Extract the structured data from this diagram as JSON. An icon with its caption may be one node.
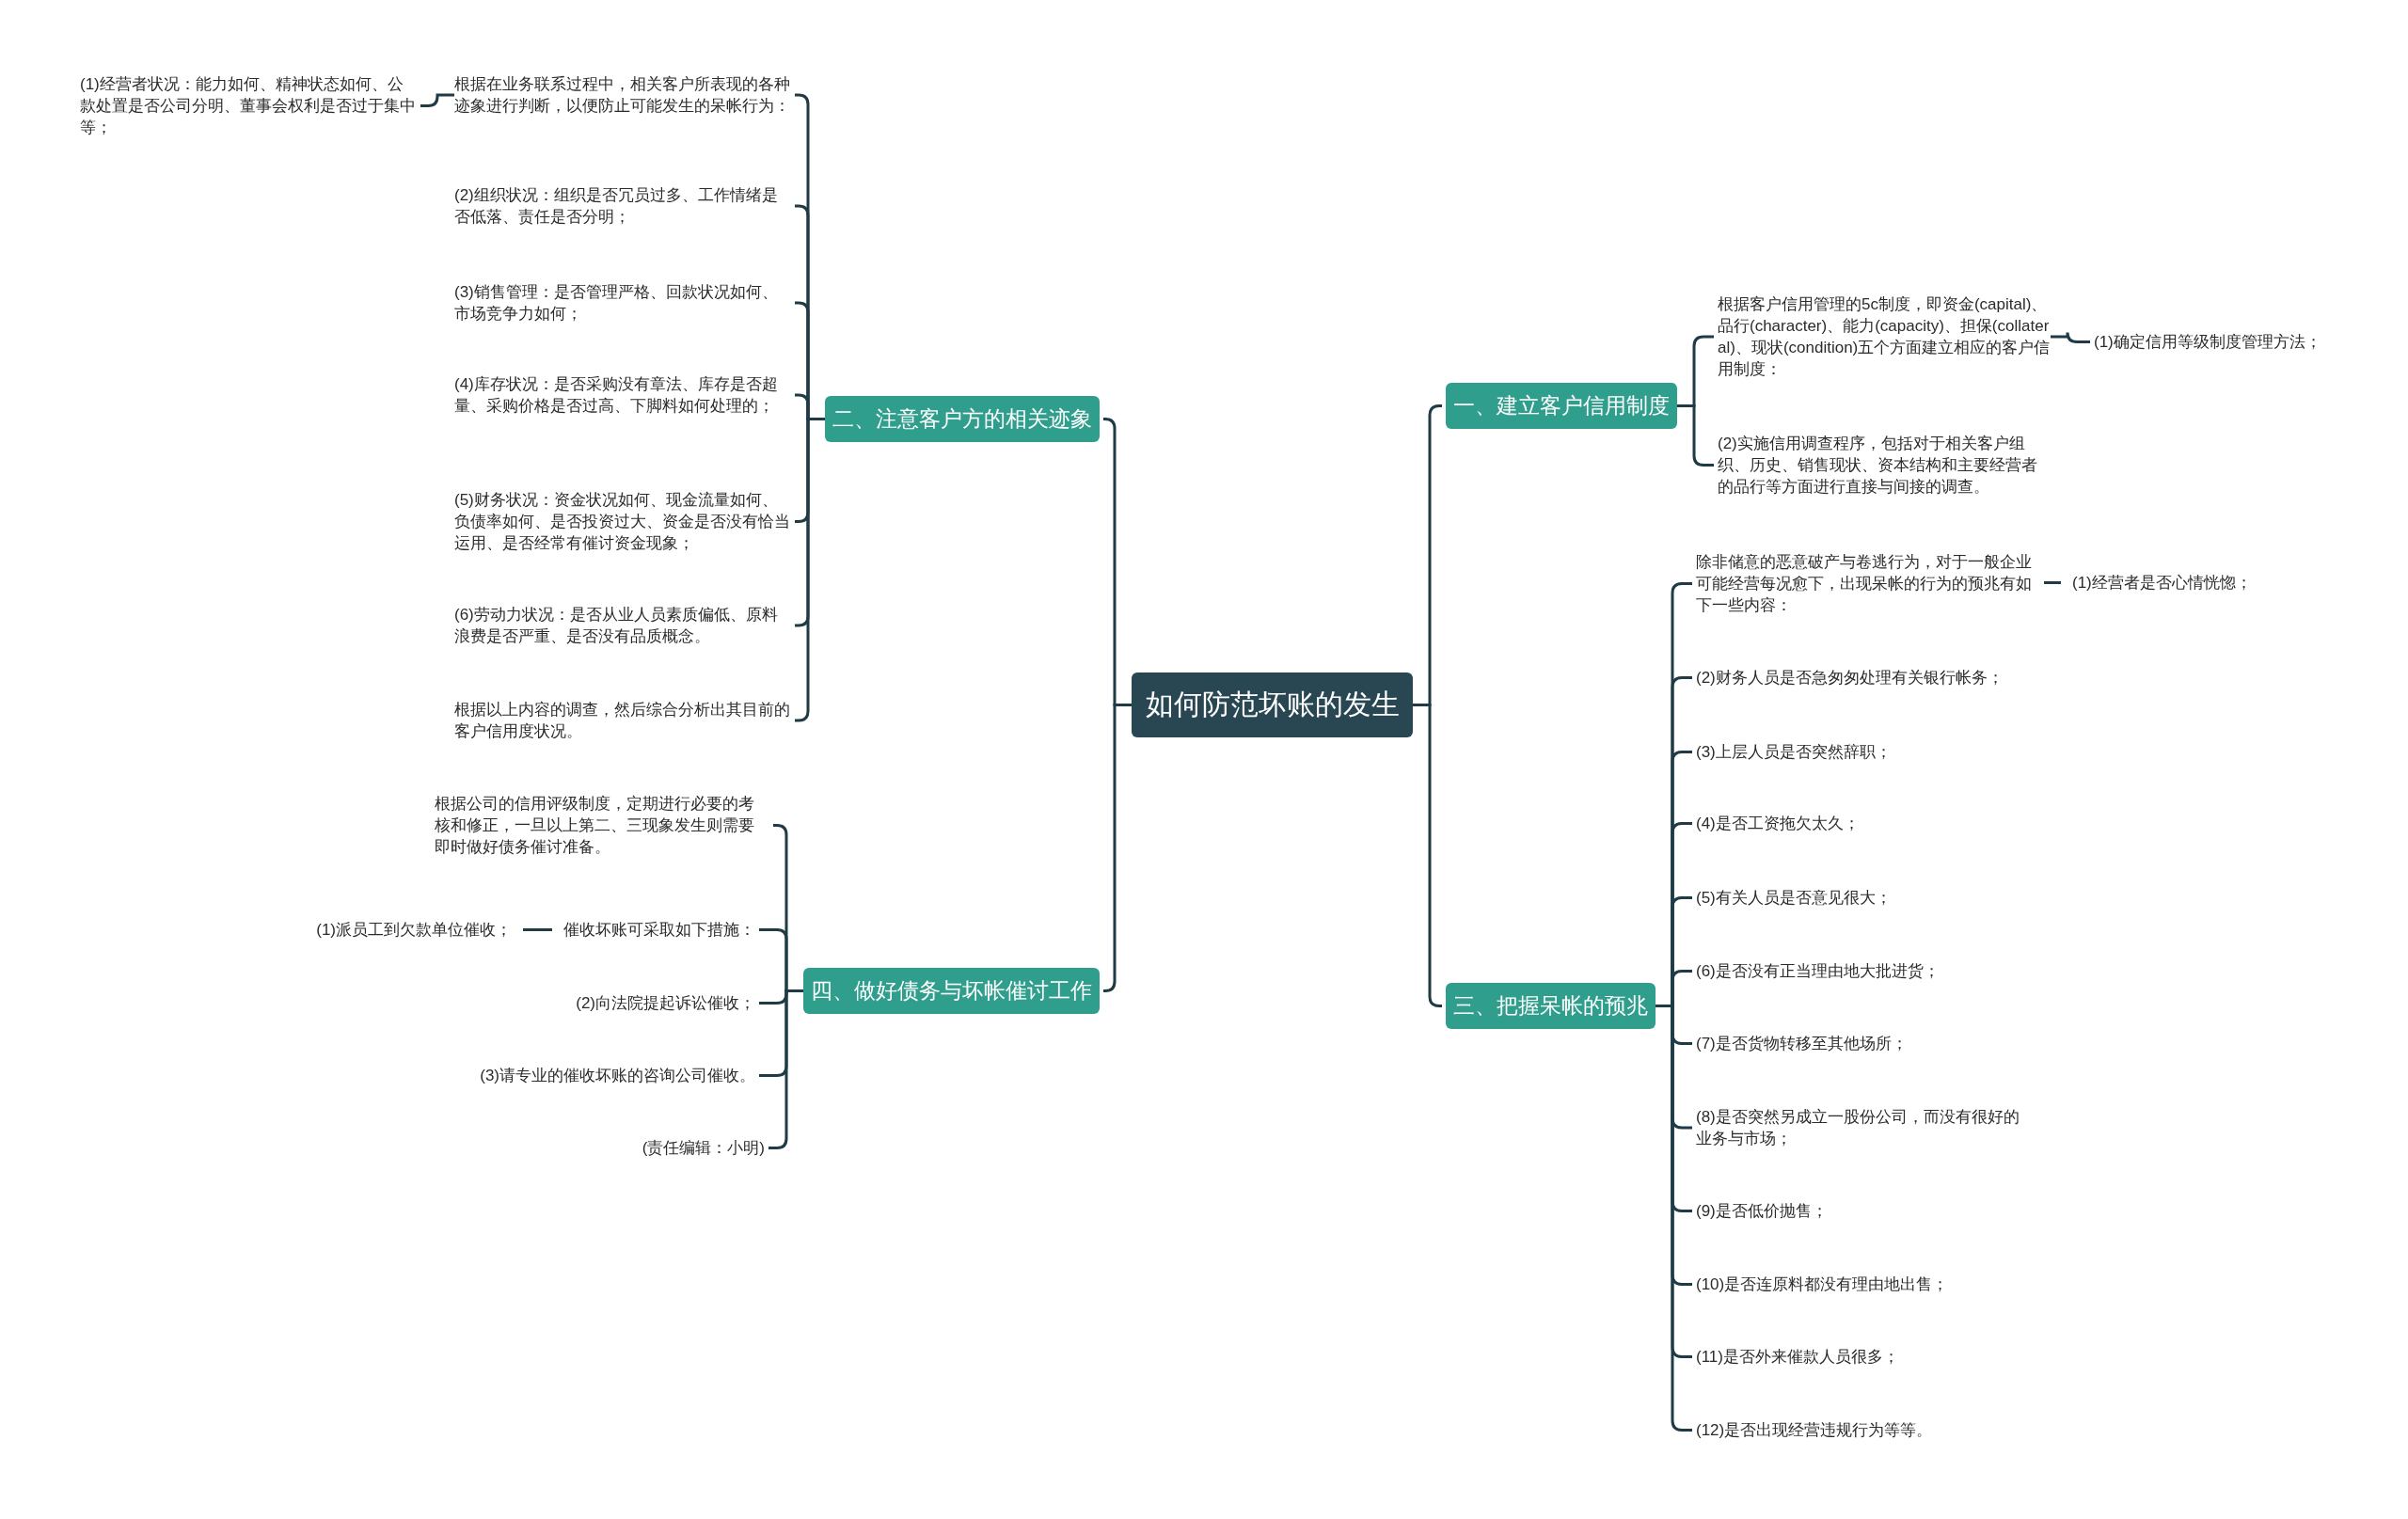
{
  "diagram": {
    "nodes": [
      {
        "text": [
          "如何防范坏账的发生"
        ]
      },
      {
        "text": [
          "一、建立客户信用制度"
        ]
      },
      {
        "text": [
          "根据客户信用管理的5c制度，即资金(capital)、品行(character)、能力(capacity)、担保(collateral)、现状(condition)五个方面建立相应的客户信用制度："
        ]
      },
      {
        "text": [
          "(1)确定信用等级制度管理方法；"
        ]
      },
      {
        "text": [
          "(2)实施信用调查程序，包括对于相关客户组织、历史、销售现状、资本结构和主要经营者的品行等方面进行直接与间接的调查。"
        ]
      },
      {
        "text": [
          "三、把握呆帐的预兆"
        ]
      },
      {
        "text": [
          "除非储意的恶意破产与卷逃行为，对于一般企业可能经营每况愈下，出现呆帐的行为的预兆有如下一些内容："
        ]
      },
      {
        "text": [
          "(1)经营者是否心情恍惚；"
        ]
      },
      {
        "text": [
          "(2)财务人员是否急匆匆处理有关银行帐务；"
        ]
      },
      {
        "text": [
          "(3)上层人员是否突然辞职；"
        ]
      },
      {
        "text": [
          "(4)是否工资拖欠太久；"
        ]
      },
      {
        "text": [
          "(5)有关人员是否意见很大；"
        ]
      },
      {
        "text": [
          "(6)是否没有正当理由地大批进货；"
        ]
      },
      {
        "text": [
          "(7)是否货物转移至其他场所；"
        ]
      },
      {
        "text": [
          "(8)是否突然另成立一股份公司，而没有很好的业务与市场；"
        ]
      },
      {
        "text": [
          "(9)是否低价抛售；"
        ]
      },
      {
        "text": [
          "(10)是否连原料都没有理由地出售；"
        ]
      },
      {
        "text": [
          "(11)是否外来催款人员很多；"
        ]
      },
      {
        "text": [
          "(12)是否出现经营违规行为等等。"
        ]
      },
      {
        "text": [
          "二、注意客户方的相关迹象"
        ]
      },
      {
        "text": [
          "根据在业务联系过程中，相关客户所表现的各种迹象进行判断，以便防止可能发生的呆帐行为："
        ]
      },
      {
        "text": [
          "(1)经营者状况：能力如何、精神状态如何、公款处置是否公司分明、董事会权利是否过于集中等；"
        ]
      },
      {
        "text": [
          "(2)组织状况：组织是否冗员过多、工作情绪是否低落、责任是否分明；"
        ]
      },
      {
        "text": [
          "(3)销售管理：是否管理严格、回款状况如何、市场竞争力如何；"
        ]
      },
      {
        "text": [
          "(4)库存状况：是否采购没有章法、库存是否超量、采购价格是否过高、下脚料如何处理的；"
        ]
      },
      {
        "text": [
          "(5)财务状况：资金状况如何、现金流量如何、负债率如何、是否投资过大、资金是否没有恰当运用、是否经常有催讨资金现象；"
        ]
      },
      {
        "text": [
          "(6)劳动力状况：是否从业人员素质偏低、原料浪费是否严重、是否没有品质概念。"
        ]
      },
      {
        "text": [
          "根据以上内容的调查，然后综合分析出其目前的客户信用度状况。"
        ]
      },
      {
        "text": [
          "四、做好债务与坏帐催讨工作"
        ]
      },
      {
        "text": [
          "根据公司的信用评级制度，定期进行必要的考核和修正，一旦以上第二、三现象发生则需要即时做好债务催讨准备。"
        ]
      },
      {
        "text": [
          "催收坏账可采取如下措施："
        ]
      },
      {
        "text": [
          "(1)派员工到欠款单位催收；"
        ]
      },
      {
        "text": [
          "(2)向法院提起诉讼催收；"
        ]
      },
      {
        "text": [
          "(3)请专业的催收坏账的咨询公司催收。"
        ]
      },
      {
        "text": [
          "(责任编辑：小明)"
        ]
      }
    ],
    "edges": [
      {
        "from": 0,
        "to": 1,
        "arrow": "none"
      },
      {
        "from": 0,
        "to": 5,
        "arrow": "none"
      },
      {
        "from": 0,
        "to": 19,
        "arrow": "none"
      },
      {
        "from": 0,
        "to": 28,
        "arrow": "none"
      },
      {
        "from": 1,
        "to": 2,
        "arrow": "none"
      },
      {
        "from": 1,
        "to": 4,
        "arrow": "none"
      },
      {
        "from": 2,
        "to": 3,
        "arrow": "none"
      },
      {
        "from": 5,
        "to": 6,
        "arrow": "none"
      },
      {
        "from": 6,
        "to": 7,
        "arrow": "none"
      },
      {
        "from": 5,
        "to": 8,
        "arrow": "none"
      },
      {
        "from": 5,
        "to": 9,
        "arrow": "none"
      },
      {
        "from": 5,
        "to": 10,
        "arrow": "none"
      },
      {
        "from": 5,
        "to": 11,
        "arrow": "none"
      },
      {
        "from": 5,
        "to": 12,
        "arrow": "none"
      },
      {
        "from": 5,
        "to": 13,
        "arrow": "none"
      },
      {
        "from": 5,
        "to": 14,
        "arrow": "none"
      },
      {
        "from": 5,
        "to": 15,
        "arrow": "none"
      },
      {
        "from": 5,
        "to": 16,
        "arrow": "none"
      },
      {
        "from": 5,
        "to": 17,
        "arrow": "none"
      },
      {
        "from": 5,
        "to": 18,
        "arrow": "none"
      },
      {
        "from": 19,
        "to": 20,
        "arrow": "none"
      },
      {
        "from": 20,
        "to": 21,
        "arrow": "none"
      },
      {
        "from": 19,
        "to": 22,
        "arrow": "none"
      },
      {
        "from": 19,
        "to": 23,
        "arrow": "none"
      },
      {
        "from": 19,
        "to": 24,
        "arrow": "none"
      },
      {
        "from": 19,
        "to": 25,
        "arrow": "none"
      },
      {
        "from": 19,
        "to": 26,
        "arrow": "none"
      },
      {
        "from": 19,
        "to": 27,
        "arrow": "none"
      },
      {
        "from": 28,
        "to": 29,
        "arrow": "none"
      },
      {
        "from": 28,
        "to": 30,
        "arrow": "none"
      },
      {
        "from": 30,
        "to": 31,
        "arrow": "none"
      },
      {
        "from": 28,
        "to": 32,
        "arrow": "none"
      },
      {
        "from": 28,
        "to": 33,
        "arrow": "none"
      },
      {
        "from": 28,
        "to": 34,
        "arrow": "none"
      }
    ]
  }
}
